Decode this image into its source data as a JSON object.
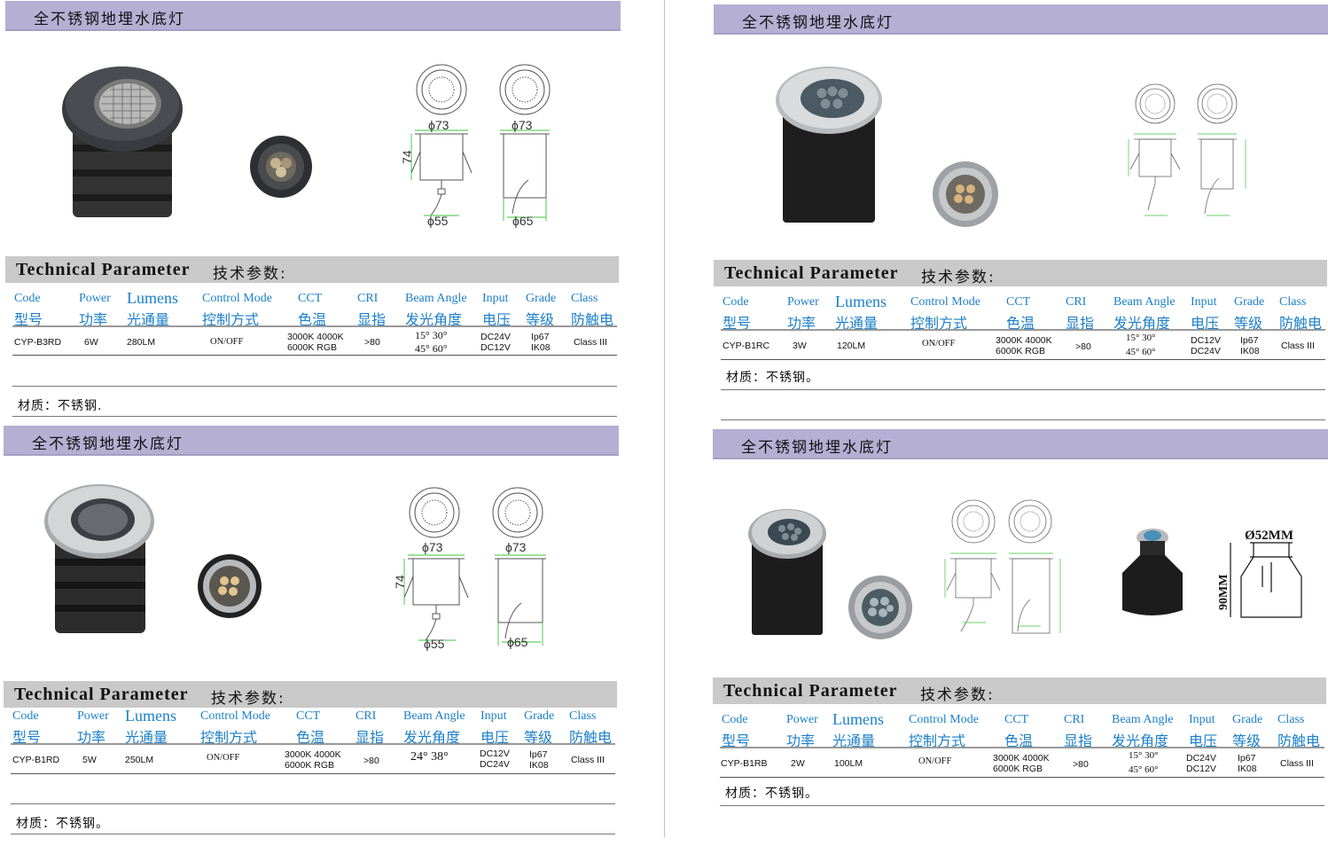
{
  "panels": [
    {
      "title": "全不锈钢地埋水底灯",
      "tech_en": "Technical Parameter",
      "tech_cn": "技术参数:",
      "headers": [
        {
          "en": "Code",
          "cn": "型号"
        },
        {
          "en": "Power",
          "cn": "功率"
        },
        {
          "en": "Lumens",
          "cn": "光通量"
        },
        {
          "en": "Control Mode",
          "cn": "控制方式"
        },
        {
          "en": "CCT",
          "cn": "色温"
        },
        {
          "en": "CRI",
          "cn": "显指"
        },
        {
          "en": "Beam Angle",
          "cn": "发光角度"
        },
        {
          "en": "Input",
          "cn": "电压"
        },
        {
          "en": "Grade",
          "cn": "等级"
        },
        {
          "en": "Class",
          "cn": "防触电"
        }
      ],
      "row": {
        "code": "CYP-B3RD",
        "power": "6W",
        "lumens": "280LM",
        "control": "ON/OFF",
        "cct1": "3000K 4000K",
        "cct2": "6000K RGB",
        "cri": ">80",
        "beam1": "15°  30°",
        "beam2": "45°  60°",
        "input1": "DC24V",
        "input2": "DC12V",
        "grade1": "Ip67",
        "grade2": "IK08",
        "class": "Class III"
      },
      "material": "材质：不锈钢.",
      "dims": {
        "top1": "ϕ73",
        "top2": "ϕ73",
        "height": "74",
        "bot1": "ϕ55",
        "bot2": "ϕ65"
      }
    },
    {
      "title": "全不锈钢地埋水底灯",
      "tech_en": "Technical Parameter",
      "tech_cn": "技术参数:",
      "headers": [
        {
          "en": "Code",
          "cn": "型号"
        },
        {
          "en": "Power",
          "cn": "功率"
        },
        {
          "en": "Lumens",
          "cn": "光通量"
        },
        {
          "en": "Control Mode",
          "cn": "控制方式"
        },
        {
          "en": "CCT",
          "cn": "色温"
        },
        {
          "en": "CRI",
          "cn": "显指"
        },
        {
          "en": "Beam Angle",
          "cn": "发光角度"
        },
        {
          "en": "Input",
          "cn": "电压"
        },
        {
          "en": "Grade",
          "cn": "等级"
        },
        {
          "en": "Class",
          "cn": "防触电"
        }
      ],
      "row": {
        "code": "CYP-B1RC",
        "power": "3W",
        "lumens": "120LM",
        "control": "ON/OFF",
        "cct1": "3000K 4000K",
        "cct2": "6000K  RGB",
        "cri": ">80",
        "beam1": "15°  30°",
        "beam2": "45°  60°",
        "input1": "DC12V",
        "input2": "DC24V",
        "grade1": "Ip67",
        "grade2": "IK08",
        "class": "Class III"
      },
      "material": "材质：不锈钢。"
    },
    {
      "title": "全不锈钢地埋水底灯",
      "tech_en": "Technical Parameter",
      "tech_cn": "技术参数:",
      "headers": [
        {
          "en": "Code",
          "cn": "型号"
        },
        {
          "en": "Power",
          "cn": "功率"
        },
        {
          "en": "Lumens",
          "cn": "光通量"
        },
        {
          "en": "Control Mode",
          "cn": "控制方式"
        },
        {
          "en": "CCT",
          "cn": "色温"
        },
        {
          "en": "CRI",
          "cn": "显指"
        },
        {
          "en": "Beam Angle",
          "cn": "发光角度"
        },
        {
          "en": "Input",
          "cn": "电压"
        },
        {
          "en": "Grade",
          "cn": "等级"
        },
        {
          "en": "Class",
          "cn": "防触电"
        }
      ],
      "row": {
        "code": "CYP-B1RD",
        "power": "5W",
        "lumens": "250LM",
        "control": "ON/OFF",
        "cct1": "3000K 4000K",
        "cct2": "6000K  RGB",
        "cri": ">80",
        "beam1": "24°  38°",
        "beam2": "",
        "input1": "DC12V",
        "input2": "DC24V",
        "grade1": "Ip67",
        "grade2": "IK08",
        "class": "Class III"
      },
      "material": "材质：不锈钢。",
      "dims": {
        "top1": "ϕ73",
        "top2": "ϕ73",
        "height": "74",
        "bot1": "ϕ55",
        "bot2": "ϕ65"
      }
    },
    {
      "title": "全不锈钢地埋水底灯",
      "tech_en": "Technical Parameter",
      "tech_cn": "技术参数:",
      "headers": [
        {
          "en": "Code",
          "cn": "型号"
        },
        {
          "en": "Power",
          "cn": "功率"
        },
        {
          "en": "Lumens",
          "cn": "光通量"
        },
        {
          "en": "Control Mode",
          "cn": "控制方式"
        },
        {
          "en": "CCT",
          "cn": "色温"
        },
        {
          "en": "CRI",
          "cn": "显指"
        },
        {
          "en": "Beam Angle",
          "cn": "发光角度"
        },
        {
          "en": "Input",
          "cn": "电压"
        },
        {
          "en": "Grade",
          "cn": "等级"
        },
        {
          "en": "Class",
          "cn": "防触电"
        }
      ],
      "row": {
        "code": "CYP-B1RB",
        "power": "2W",
        "lumens": "100LM",
        "control": "ON/OFF",
        "cct1": "3000K 4000K",
        "cct2": "6000K  RGB",
        "cri": ">80",
        "beam1": "15°  30°",
        "beam2": "45°  60°",
        "input1": "DC24V",
        "input2": "DC12V",
        "grade1": "Ip67",
        "grade2": "IK08",
        "class": "Class III"
      },
      "material": "材质：不锈钢。",
      "dims": {
        "diameter": "Ø52MM",
        "height": "90MM"
      }
    }
  ]
}
